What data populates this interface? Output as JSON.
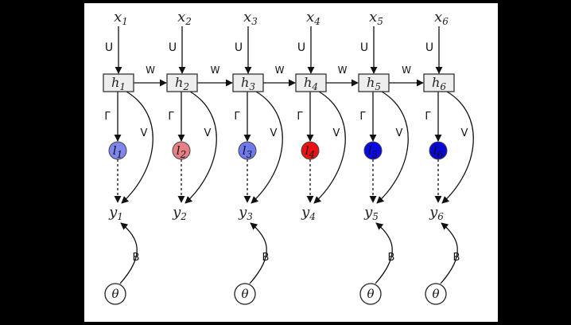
{
  "columns": [
    {
      "x_label": "x1",
      "h_label": "h1",
      "l_label": "l1",
      "y_label": "y1",
      "l_color": "#7f86f0",
      "theta": true
    },
    {
      "x_label": "x2",
      "h_label": "h2",
      "l_label": "l2",
      "y_label": "y2",
      "l_color": "#e97f86",
      "theta": false
    },
    {
      "x_label": "x3",
      "h_label": "h3",
      "l_label": "l3",
      "y_label": "y3",
      "l_color": "#6f7af0",
      "theta": true
    },
    {
      "x_label": "x4",
      "h_label": "h4",
      "l_label": "l4",
      "y_label": "y4",
      "l_color": "#ee1111",
      "theta": false
    },
    {
      "x_label": "x5",
      "h_label": "h5",
      "l_label": "l5",
      "y_label": "y5",
      "l_color": "#0a0ae6",
      "theta": true
    },
    {
      "x_label": "x6",
      "h_label": "h6",
      "l_label": "l6",
      "y_label": "y6",
      "l_color": "#0808d6",
      "theta": true
    }
  ],
  "edge_labels": {
    "input": "U",
    "recurrent": "W",
    "gamma": "Γ",
    "output": "V",
    "theta_edge": "B"
  },
  "theta_label": "θ"
}
